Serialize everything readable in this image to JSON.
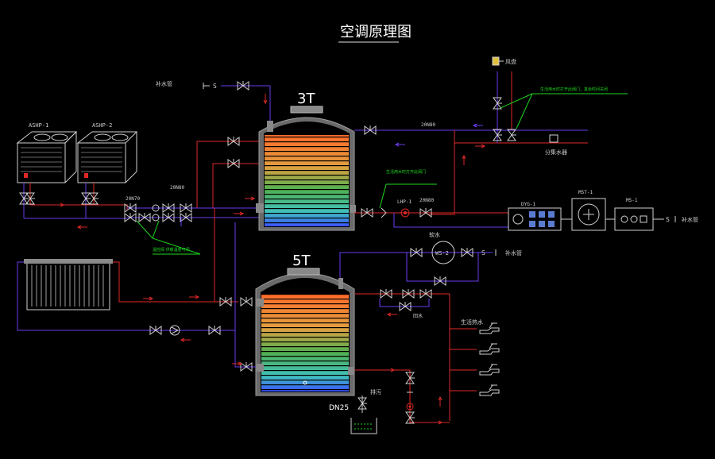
{
  "title": "空调原理图",
  "colors": {
    "bg": "#000000",
    "hot": "#e02828",
    "return": "#6a3cf0",
    "equip": "#d0d0d0",
    "note": "#1ed81e",
    "tank": "#9a9a9a",
    "label": "#ffffff"
  },
  "tanks": {
    "upper": {
      "label": "3T"
    },
    "lower": {
      "label": "5T"
    }
  },
  "labels": {
    "ashp1": "ASHP-1",
    "ashp2": "ASHP-2",
    "dn80_left": "20N80",
    "dn70": "20N70",
    "dn80_top": "20N80",
    "dn80_mid": "20N80",
    "hp1": "LHP-1",
    "dyg1": "DYG-1",
    "mst1": "MST-1",
    "ms1": "MS-1",
    "ws2": "WS-2",
    "soft_water": "软水",
    "make_water_top": "补水管",
    "make_water_mid": "补水管",
    "make_water_right": "补水管",
    "drain": "排污",
    "dn25": "DN25",
    "dist_box": "分集水器",
    "fan": "风盘",
    "back_water": "回水",
    "hot_outlets": "生活热水",
    "s_top": "S",
    "s_mid": "S",
    "s_right": "S"
  },
  "notes": {
    "note_top_right": "生活用水时打开此阀门，其余时间关闭",
    "note_hp": "生活用水时打开此阀门",
    "note_left": "温控阀 供暖温度可调"
  },
  "icons": [
    "valve-icon",
    "pump-icon",
    "check-valve-icon",
    "faucet-icon",
    "arrow-icon"
  ]
}
